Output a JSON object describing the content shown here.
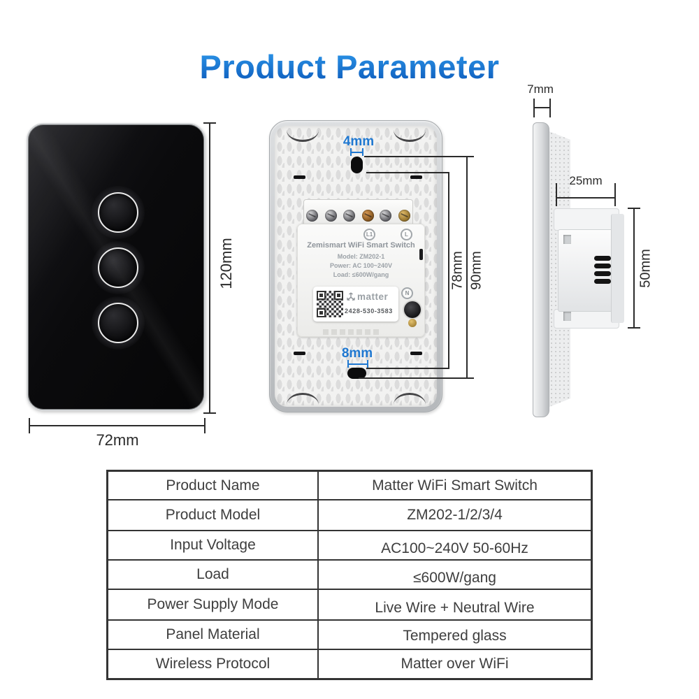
{
  "title": "Product Parameter",
  "front_view": {
    "height": "120mm",
    "width": "72mm"
  },
  "back_view": {
    "hole_top": "4mm",
    "hole_bottom": "8mm",
    "dim_inner": "78mm",
    "dim_outer": "90mm",
    "terminals": {
      "l1": "L1",
      "l": "L",
      "n": "N"
    },
    "print": {
      "brand_line": "Zemismart WiFi Smart Switch",
      "model_line": "Model: ZM202-1",
      "power_line": "Power: AC 100~240V",
      "load_line": "Load: ≤600W/gang"
    },
    "label": {
      "logo_text": "matter",
      "pairing_code": "2428-530-3583"
    }
  },
  "side_view": {
    "thickness": "7mm",
    "depth": "25mm",
    "module_height": "50mm"
  },
  "spec_table": {
    "rows": [
      {
        "label": "Product Name",
        "value": "Matter WiFi Smart Switch"
      },
      {
        "label": "Product Model",
        "value": "ZM202-1/2/3/4"
      },
      {
        "label": "Input Voltage",
        "value": "AC100~240V 50-60Hz"
      },
      {
        "label": "Load",
        "value": "≤600W/gang"
      },
      {
        "label": "Power Supply Mode",
        "value": "Live Wire + Neutral Wire"
      },
      {
        "label": "Panel Material",
        "value": "Tempered glass"
      },
      {
        "label": "Wireless Protocol",
        "value": "Matter over WiFi"
      }
    ]
  },
  "colors": {
    "title_top": "#2f9bed",
    "title_bottom": "#0b57b8",
    "dimension_blue": "#1f78d1",
    "line_dark": "#2b2b2b"
  }
}
